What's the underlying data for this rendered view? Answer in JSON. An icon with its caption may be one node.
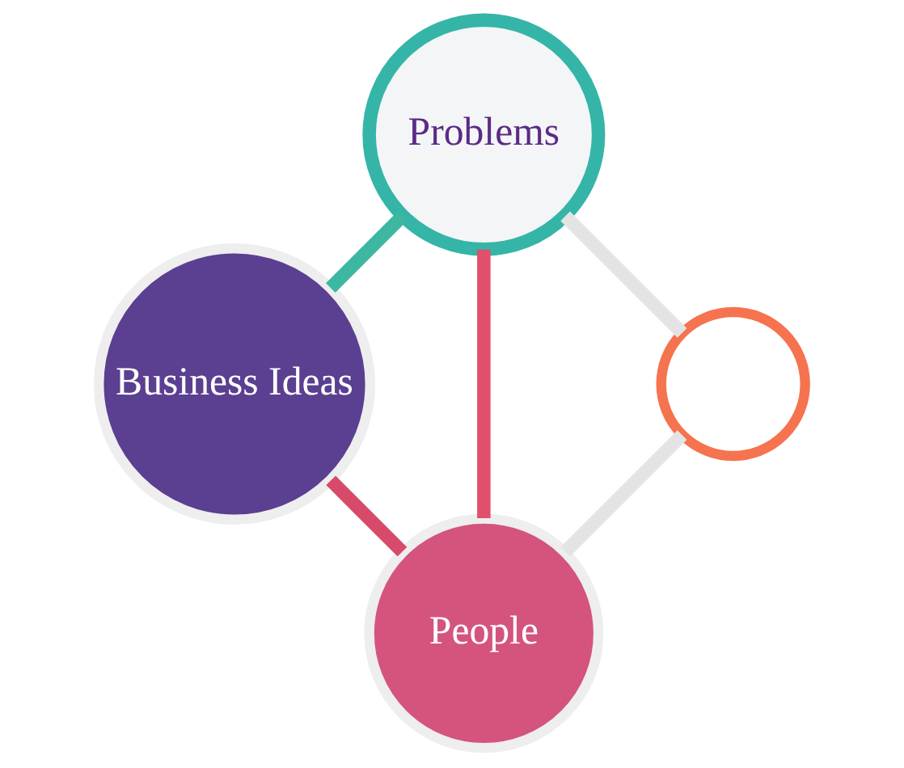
{
  "diagram": {
    "nodes": [
      {
        "text": [
          "People"
        ]
      },
      {
        "text": [
          "Problems"
        ]
      },
      {
        "text": [
          "Business Ideas"
        ]
      },
      {
        "text": [],
        "shape": "circle"
      }
    ],
    "edges": [
      {
        "from": 3,
        "to": 0,
        "arrow": "none",
        "color": "#e4e4e4"
      },
      {
        "from": 3,
        "to": 1,
        "arrow": "none",
        "color": "#e4e4e4"
      },
      {
        "from": 0,
        "to": 1,
        "arrow": "none",
        "color": "#e0506a"
      },
      {
        "from": 1,
        "to": 2,
        "arrow": "none",
        "color": "#3cb8a0"
      },
      {
        "from": 2,
        "to": 0,
        "arrow": "none",
        "color": "#d84a6a"
      }
    ]
  }
}
